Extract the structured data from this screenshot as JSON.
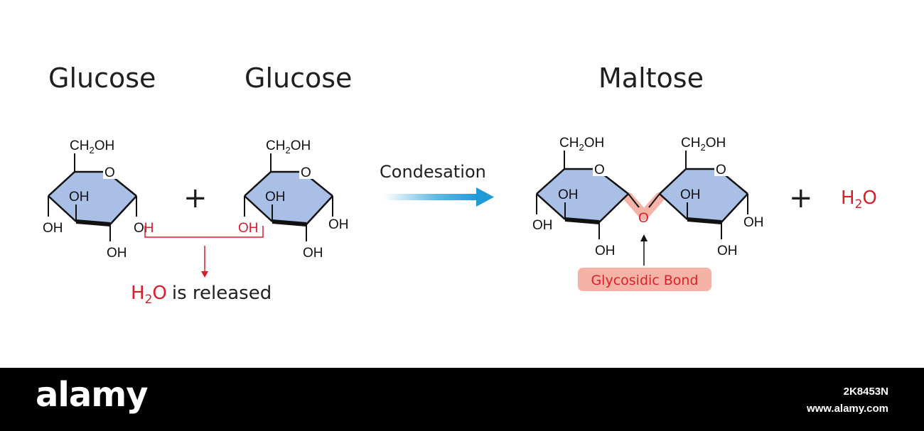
{
  "titles": {
    "glucose_1": "Glucose",
    "glucose_2": "Glucose",
    "maltose": "Maltose"
  },
  "reaction": {
    "plus_1": "+",
    "plus_2": "+",
    "arrow_label": "Condesation",
    "water_product": {
      "main": "H",
      "sub": "2",
      "tail": "O"
    }
  },
  "glucose_labels": {
    "ch2oh": {
      "main": "CH",
      "sub": "2",
      "tail": "OH"
    },
    "ring_o": "O",
    "oh": "OH",
    "h_removed": "H",
    "oh_removed": "OH"
  },
  "water_release": {
    "formula": {
      "main": "H",
      "sub": "2",
      "tail": "O"
    },
    "text": "is released"
  },
  "maltose_labels": {
    "bridge_o": "O",
    "glycosidic_bond": "Glycosidic Bond"
  },
  "colors": {
    "ring_fill": "#a9bfe6",
    "red": "#d91f2a",
    "arrow": "#1e9ad6",
    "bond_highlight": "#f5b3a8"
  },
  "footer": {
    "brand": "alamy",
    "image_id": "2K8453N",
    "site": "www.alamy.com"
  }
}
